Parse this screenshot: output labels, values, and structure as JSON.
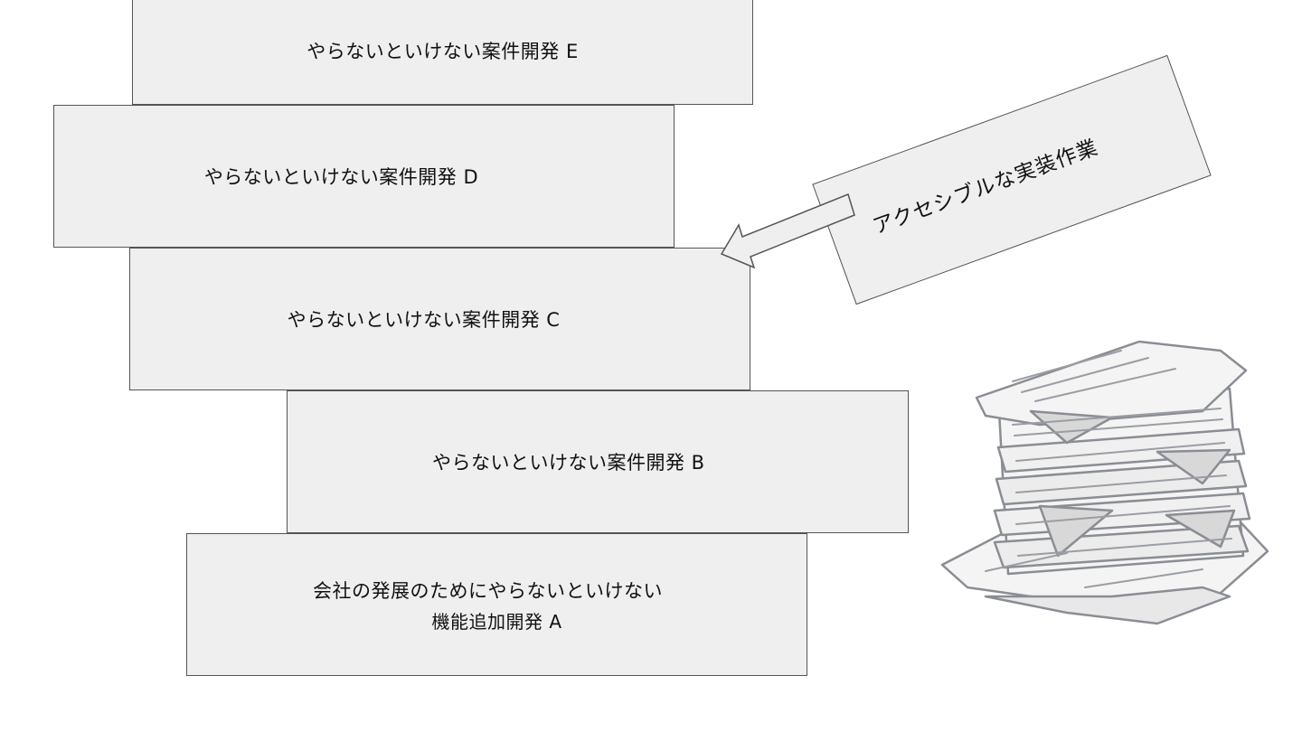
{
  "boxes": {
    "e": "やらないといけない案件開発 E",
    "d": "やらないといけない案件開発 D",
    "c": "やらないといけない案件開発 C",
    "b": "やらないといけない案件開発 B",
    "a": {
      "line1": "会社の発展のためにやらないといけない",
      "line2": "機能追加開発 A"
    }
  },
  "note": {
    "label": "アクセシブルな実装作業"
  },
  "illustration": {
    "icon": "paper-pile-icon"
  },
  "colors": {
    "box_fill": "#efefef",
    "border": "#555555",
    "paper_stroke": "#8a8d93"
  }
}
